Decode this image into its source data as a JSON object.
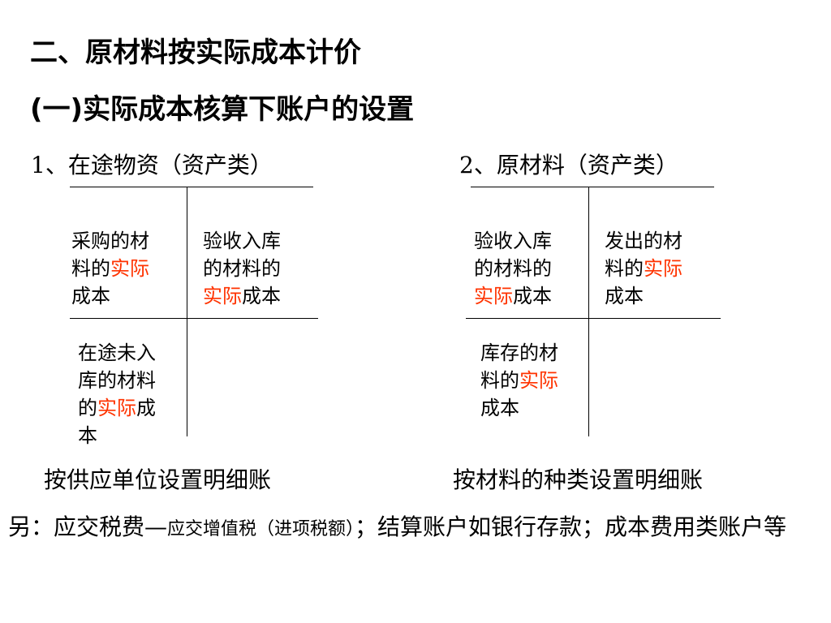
{
  "title": "二、原材料按实际成本计价",
  "subtitle": "(一)实际成本核算下账户的设置",
  "accounts": [
    {
      "title": "1、在途物资（资产类）",
      "debit": [
        "采购的材",
        "料的",
        "实际",
        "成本"
      ],
      "credit": [
        "验收入库",
        "的材料的",
        "实际",
        "成本"
      ],
      "balance": [
        "在途未入",
        "库的材料",
        "的",
        "实际",
        "成",
        "本"
      ],
      "detail": "按供应单位设置明细账"
    },
    {
      "title": "2、原材料（资产类）",
      "debit": [
        "验收入库",
        "的材料的",
        "实际",
        "成本"
      ],
      "credit": [
        "发出的材",
        "料的",
        "实际",
        "成本"
      ],
      "balance": [
        "库存的材",
        "料的",
        "实际",
        "成本"
      ],
      "detail": "按材料的种类设置明细账"
    }
  ],
  "note": {
    "prefix": "另：应交税费",
    "dash": "—",
    "small": "应交增值税（进项税额）",
    "suffix": "；结算账户如银行存款；成本费用类账户等"
  },
  "colors": {
    "highlight": "#ff3300",
    "text": "#000000",
    "background": "#ffffff"
  }
}
